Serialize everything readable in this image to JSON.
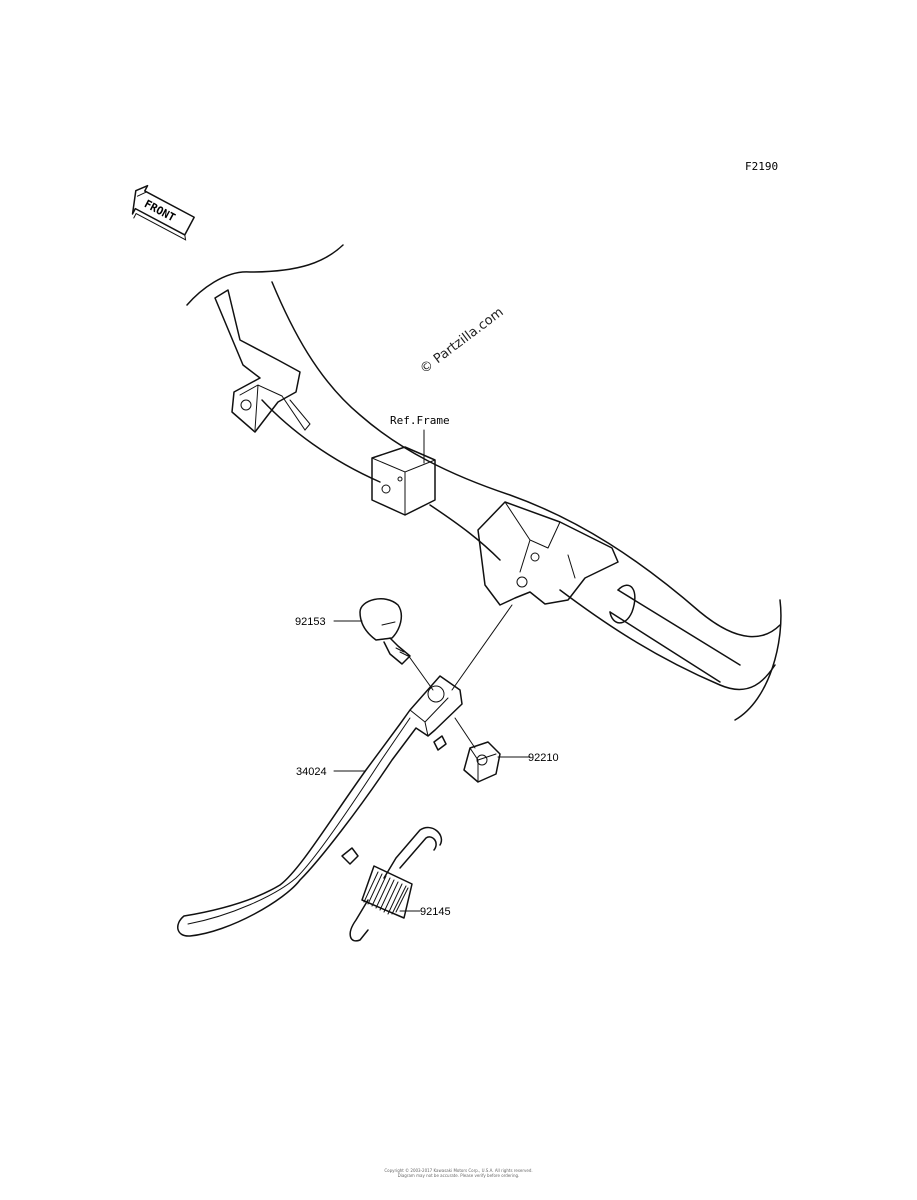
{
  "diagram_code": "F2190",
  "front_marker": {
    "label": "FRONT",
    "icon": "front-arrow-icon"
  },
  "watermark": "© Partzilla.com",
  "reference_label": "Ref.Frame",
  "parts": [
    {
      "number": "92153",
      "name": "bolt"
    },
    {
      "number": "34024",
      "name": "side-stand"
    },
    {
      "number": "92210",
      "name": "nut"
    },
    {
      "number": "92145",
      "name": "spring"
    }
  ],
  "footer": {
    "line1": "Copyright © 2003-2017 Kawasaki Motors Corp., U.S.A. All rights reserved.",
    "line2": "Diagram may not be accurate. Please verify before ordering."
  }
}
